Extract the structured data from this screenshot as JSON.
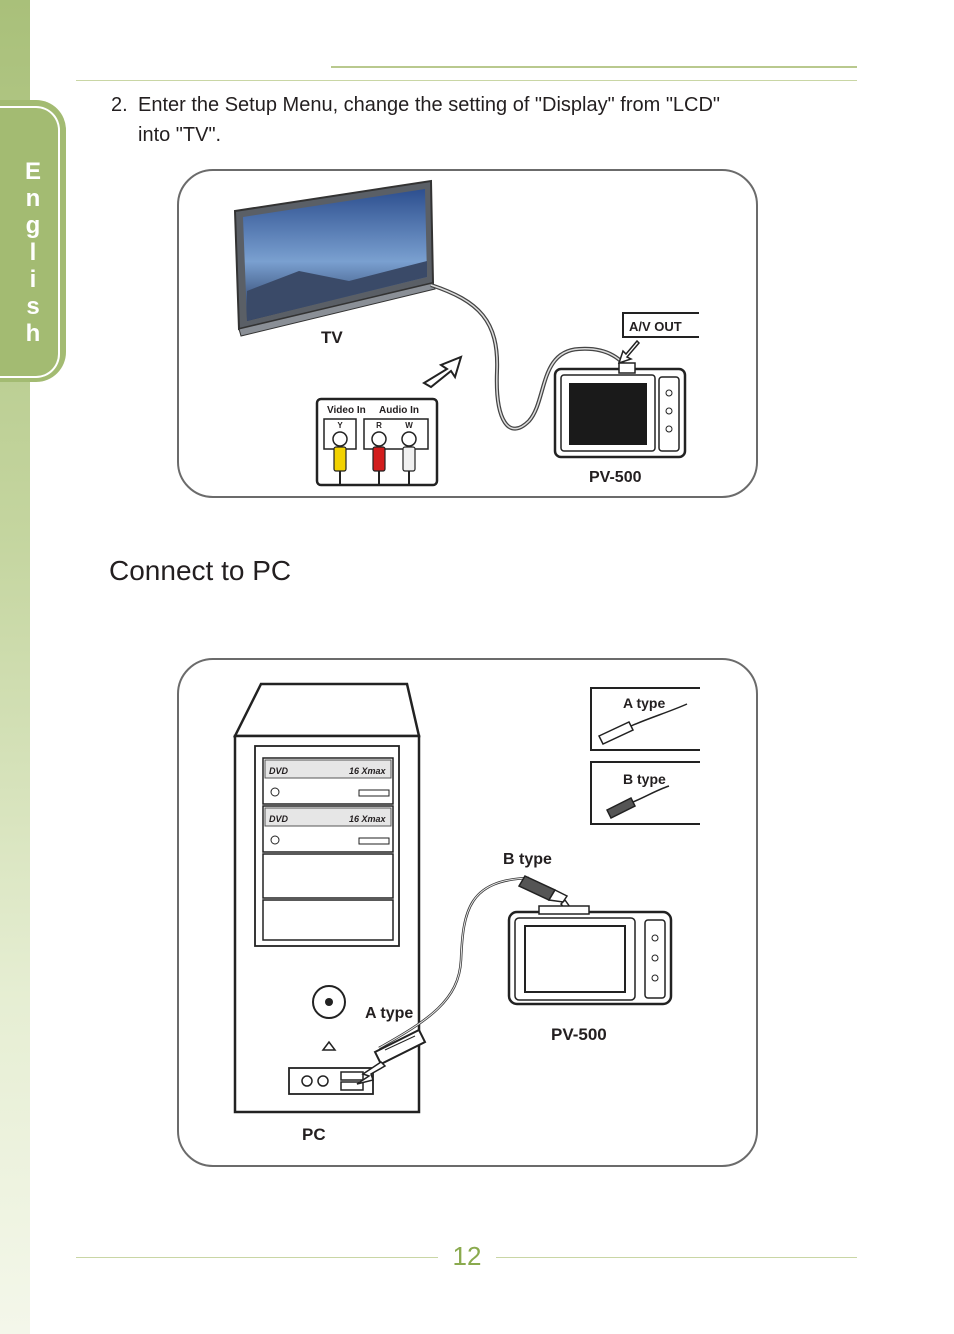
{
  "sidebar": {
    "label": "English"
  },
  "instruction": {
    "number": "2.",
    "line1": "Enter the Setup Menu, change the setting of \"Display\" from \"LCD\"",
    "line2": "into \"TV\"."
  },
  "tv_figure": {
    "tv_label": "TV",
    "av_out_label": "A/V  OUT",
    "video_in_label": "Video In",
    "audio_in_label": "Audio In",
    "jack_y": "Y",
    "jack_r": "R",
    "jack_w": "W",
    "device_label": "PV-500",
    "colors": {
      "yellow": "#f2d200",
      "red": "#d21d1d",
      "white": "#f0f0f0"
    }
  },
  "section": {
    "title": "Connect to PC"
  },
  "pc_figure": {
    "a_type_legend": "A type",
    "b_type_legend": "B type",
    "b_type_label": "B type",
    "a_type_label": "A type",
    "device_label": "PV-500",
    "pc_label": "PC",
    "drive1_brand": "DVD",
    "drive1_speed": "16 Xmax",
    "drive2_brand": "DVD",
    "drive2_speed": "16 Xmax"
  },
  "footer": {
    "page_number": "12"
  }
}
